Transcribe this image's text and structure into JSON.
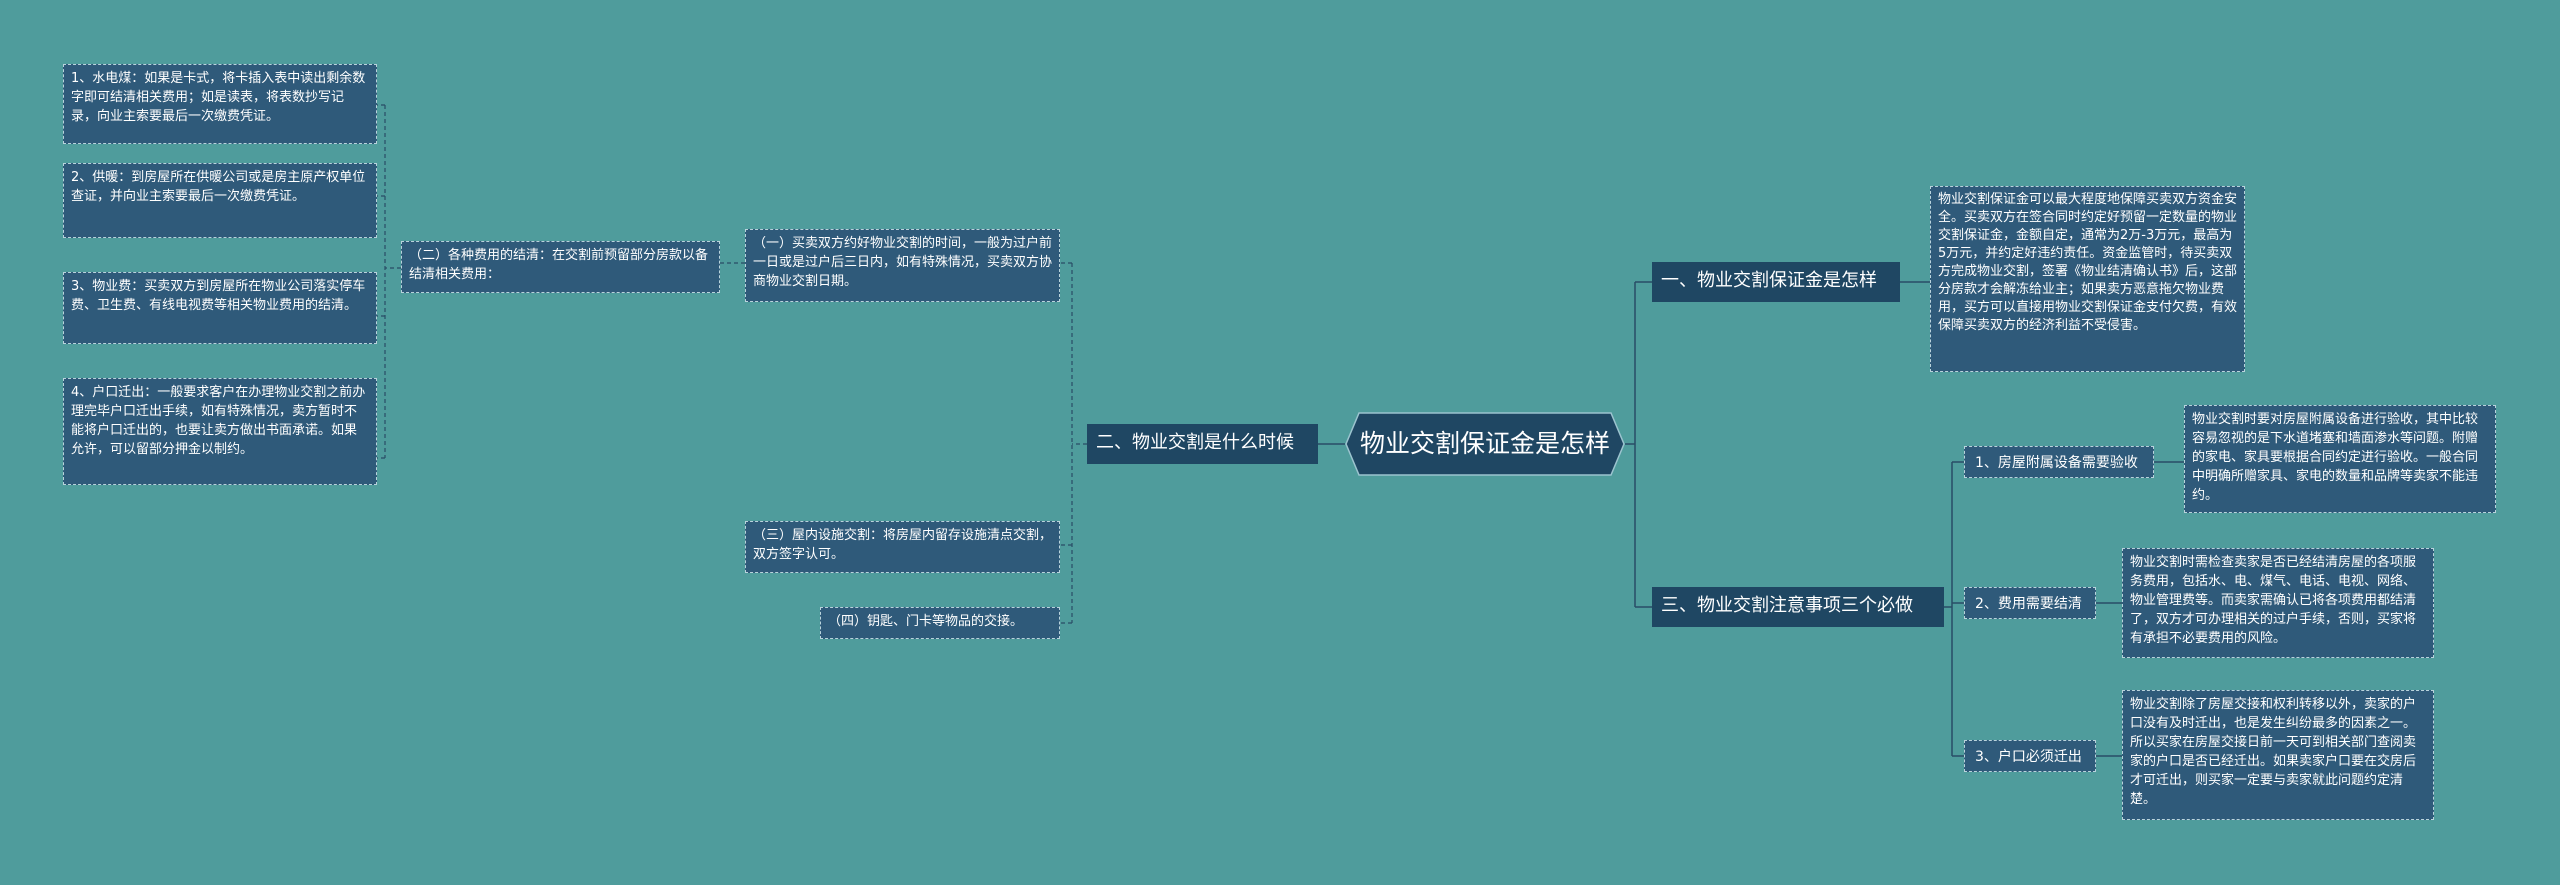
{
  "root": "物业交割保证金是怎样",
  "branches": {
    "b1": {
      "label": "一、物业交割保证金是怎样",
      "text": "物业交割保证金可以最大程度地保障买卖双方资金安全。买卖双方在签合同时约定好预留一定数量的物业交割保证金，金额自定，通常为2万-3万元，最高为5万元，并约定好违约责任。资金监管时，待买卖双方完成物业交割，签署《物业结清确认书》后，这部分房款才会解冻给业主；如果卖方恶意拖欠物业费用，买方可以直接用物业交割保证金支付欠费，有效保障买卖双方的经济利益不受侵害。"
    },
    "b2": {
      "label": "二、物业交割是什么时候",
      "c1": "（一）买卖双方约好物业交割的时间，一般为过户前一日或是过户后三日内，如有特殊情况，买卖双方协商物业交割日期。",
      "c2": "（二）各种费用的结清：在交割前预留部分房款以备结清相关费用：",
      "c2_items": [
        "1、水电煤：如果是卡式，将卡插入表中读出剩余数字即可结清相关费用；如是读表，将表数抄写记录，向业主索要最后一次缴费凭证。",
        "2、供暖：到房屋所在供暖公司或是房主原产权单位查证，并向业主索要最后一次缴费凭证。",
        "3、物业费：买卖双方到房屋所在物业公司落实停车费、卫生费、有线电视费等相关物业费用的结清。",
        "4、户口迁出：一般要求客户在办理物业交割之前办理完毕户口迁出手续，如有特殊情况，卖方暂时不能将户口迁出的，也要让卖方做出书面承诺。如果允许，可以留部分押金以制约。"
      ],
      "c3": "（三）屋内设施交割：将房屋内留存设施清点交割，双方签字认可。",
      "c4": "（四）钥匙、门卡等物品的交接。"
    },
    "b3": {
      "label": "三、物业交割注意事项三个必做",
      "items": [
        {
          "label": "1、房屋附属设备需要验收",
          "text": "物业交割时要对房屋附属设备进行验收，其中比较容易忽视的是下水道堵塞和墙面渗水等问题。附赠的家电、家具要根据合同约定进行验收。一般合同中明确所赠家具、家电的数量和品牌等卖家不能违约。"
        },
        {
          "label": "2、费用需要结清",
          "text": "物业交割时需检查卖家是否已经结清房屋的各项服务费用，包括水、电、煤气、电话、电视、网络、物业管理费等。而卖家需确认已将各项费用都结清了，双方才可办理相关的过户手续，否则，买家将有承担不必要费用的风险。"
        },
        {
          "label": "3、户口必须迁出",
          "text": "物业交割除了房屋交接和权利转移以外，卖家的户口没有及时迁出，也是发生纠纷最多的因素之一。所以买家在房屋交接日前一天可到相关部门查阅卖家的户口是否已经迁出。如果卖家户口要在交房后才可迁出，则买家一定要与卖家就此问题约定清楚。"
        }
      ]
    }
  },
  "colors": {
    "background": "#4f9c9c",
    "node_fill": "#2f5a7a",
    "branch_fill": "#1f4763",
    "line": "#294d66"
  }
}
